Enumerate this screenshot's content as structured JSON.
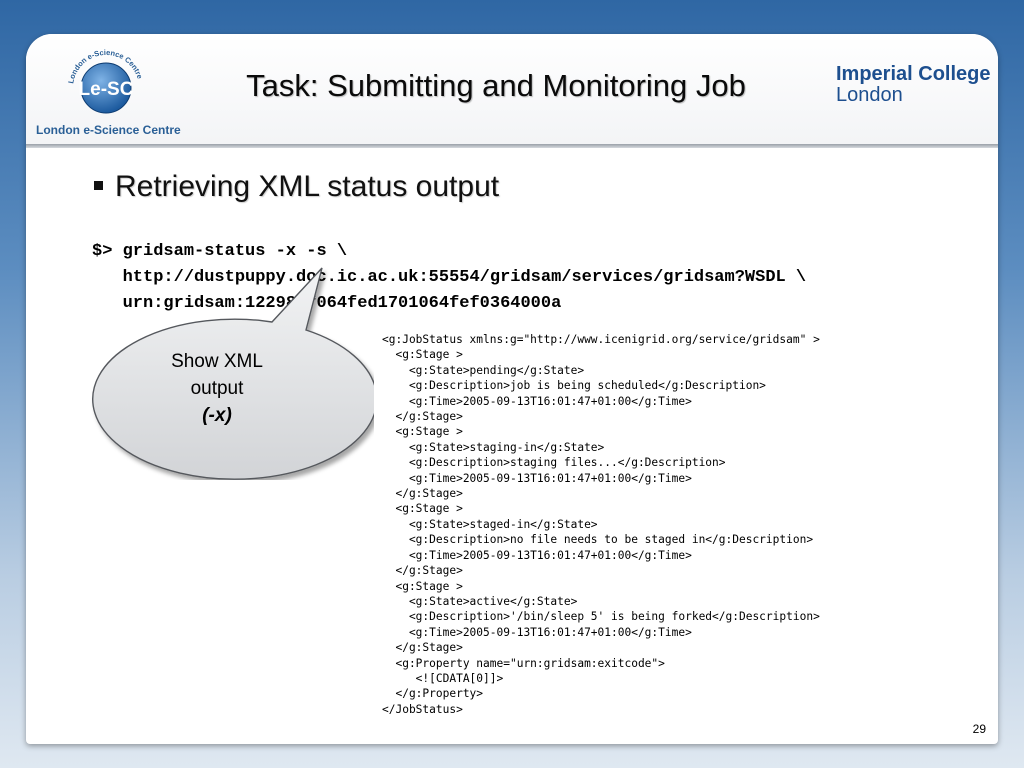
{
  "header": {
    "title": "Task: Submitting and Monitoring Job",
    "org_name": "London e-Science Centre",
    "logo_text": "Le-SC",
    "logo_ring_text": "London e-Science Centre",
    "partner_logo": {
      "line1": "Imperial College",
      "line2": "London"
    }
  },
  "bullet": "Retrieving XML status output",
  "command": {
    "prompt": "$>",
    "lines": [
      "gridsam-status -x -s \\",
      "http://dustpuppy.doc.ic.ac.uk:55554/gridsam/services/gridsam?WSDL \\",
      "urn:gridsam:12298cf064fed1701064fef0364000a"
    ]
  },
  "callout": {
    "line1": "Show XML",
    "line2": "output",
    "line3": "(-x)"
  },
  "xml_output": [
    "<g:JobStatus xmlns:g=\"http://www.icenigrid.org/service/gridsam\" >",
    "  <g:Stage >",
    "    <g:State>pending</g:State>",
    "    <g:Description>job is being scheduled</g:Description>",
    "    <g:Time>2005-09-13T16:01:47+01:00</g:Time>",
    "  </g:Stage>",
    "  <g:Stage >",
    "    <g:State>staging-in</g:State>",
    "    <g:Description>staging files...</g:Description>",
    "    <g:Time>2005-09-13T16:01:47+01:00</g:Time>",
    "  </g:Stage>",
    "  <g:Stage >",
    "    <g:State>staged-in</g:State>",
    "    <g:Description>no file needs to be staged in</g:Description>",
    "    <g:Time>2005-09-13T16:01:47+01:00</g:Time>",
    "  </g:Stage>",
    "  <g:Stage >",
    "    <g:State>active</g:State>",
    "    <g:Description>'/bin/sleep 5' is being forked</g:Description>",
    "    <g:Time>2005-09-13T16:01:47+01:00</g:Time>",
    "  </g:Stage>",
    "  <g:Property name=\"urn:gridsam:exitcode\">",
    "     <![CDATA[0]]>",
    "  </g:Property>",
    "</JobStatus>"
  ],
  "page_number": "29",
  "colors": {
    "background_top": "#2f67a4",
    "brand_blue": "#1d4f8f",
    "callout_fill": "#e4e5e7"
  }
}
